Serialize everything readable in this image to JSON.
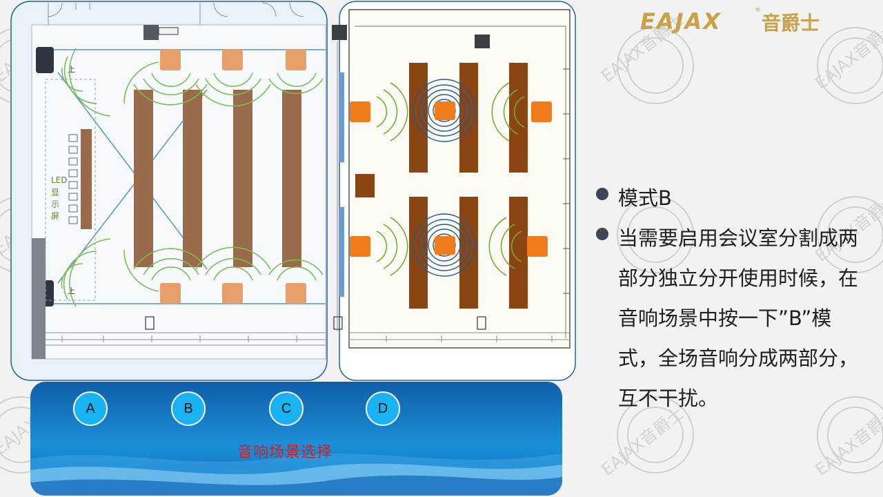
{
  "logo": {
    "latin": "EAJAX",
    "registered": "®",
    "cjk": "音爵士"
  },
  "watermark": {
    "text": "EAJAX音爵士"
  },
  "floorplan": {
    "led_label": [
      "LED",
      "显",
      "示",
      "屏"
    ],
    "stair_up_label": "上",
    "socket_glyph": "□"
  },
  "scene_bar": {
    "buttons": [
      {
        "label": "A"
      },
      {
        "label": "B"
      },
      {
        "label": "C"
      },
      {
        "label": "D"
      }
    ],
    "title": "音响场景选择"
  },
  "bullets": [
    {
      "text": "模式B"
    },
    {
      "text": "当需要启用会议室分割成两部分独立分开使用时候，在音响场景中按一下”B”模式，全场音响分成两部分，互不干扰。"
    }
  ],
  "colors": {
    "panel_blue": "#1e5fa6",
    "speaker_orange": "#f07c1c",
    "table_brown": "#8b4513",
    "sound_wave_green": "#6caf3b",
    "ring_blue": "#1f5a96",
    "scene_button": "#19b2f2",
    "scene_title_red": "#e01b1b",
    "logo_gold": "#c7a246"
  }
}
